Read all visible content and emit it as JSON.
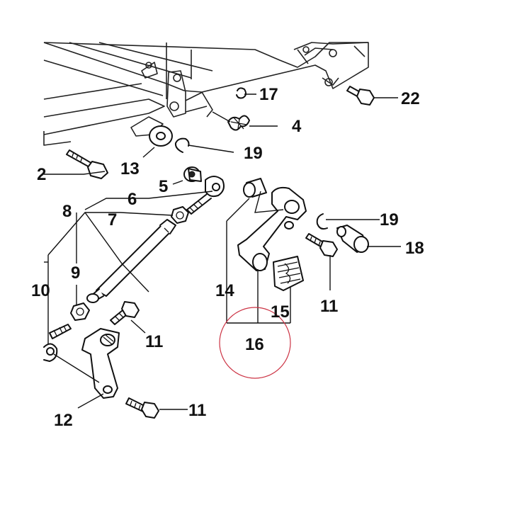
{
  "diagram": {
    "type": "exploded-parts-diagram",
    "callouts": {
      "c2": "2",
      "c4": "4",
      "c5": "5",
      "c6": "6",
      "c7": "7",
      "c8": "8",
      "c9": "9",
      "c10": "10",
      "c11a": "11",
      "c11b": "11",
      "c11c": "11",
      "c12": "12",
      "c13": "13",
      "c14": "14",
      "c15": "15",
      "c16": "16",
      "c17": "17",
      "c18": "18",
      "c19a": "19",
      "c19b": "19",
      "c22": "22"
    },
    "highlight": {
      "target_callout": "16",
      "color": "#cc3344"
    }
  }
}
